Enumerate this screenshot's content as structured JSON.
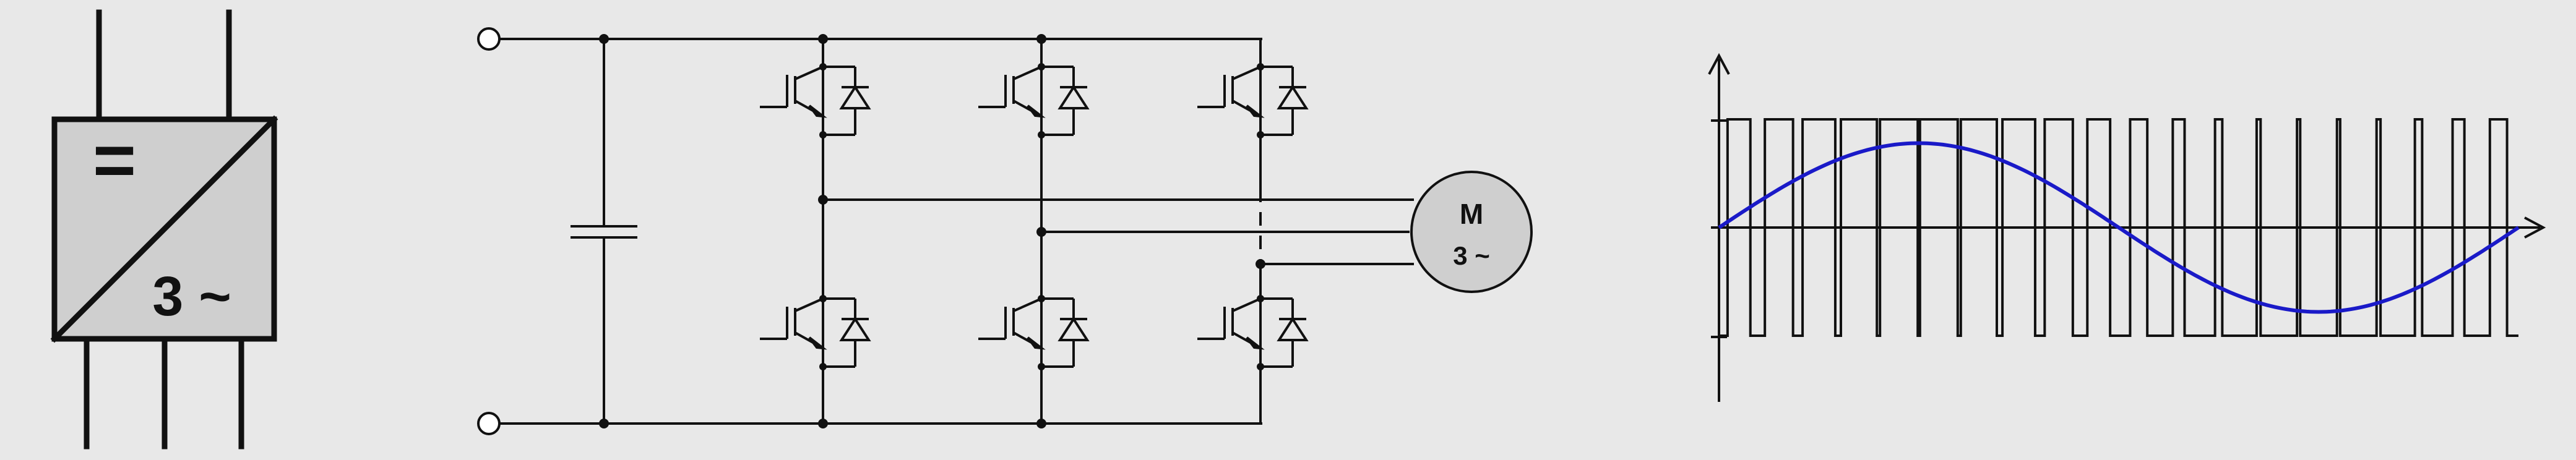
{
  "symbol": {
    "dc_label": "=",
    "ac_label": "3 ~"
  },
  "motor": {
    "label": "M",
    "phase_label": "3 ~"
  },
  "waveform": {
    "pwm_pulse_count": 20,
    "sine_cycles": 1,
    "sine_peak_fraction": 0.78
  },
  "colors": {
    "background": "#e8e8e8",
    "box_fill": "#cfcfcf",
    "line": "#111111",
    "sine": "#1a1ac8"
  }
}
